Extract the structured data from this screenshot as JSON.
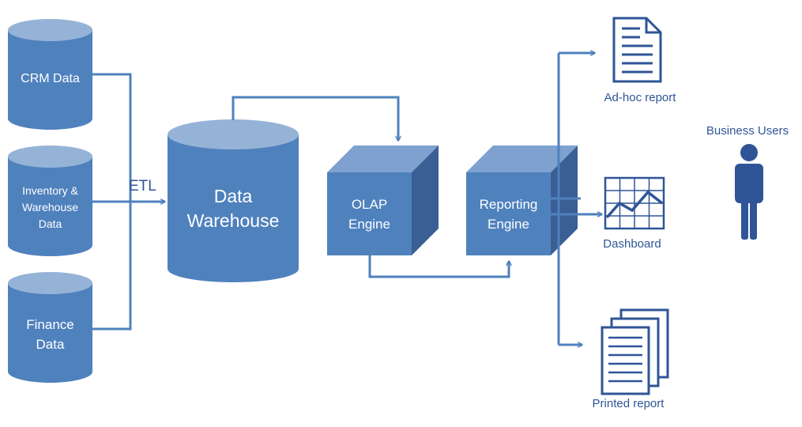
{
  "sources": {
    "crm": "CRM Data",
    "inventory_lines": [
      "Inventory &",
      "Warehouse",
      "Data"
    ],
    "finance_lines": [
      "Finance",
      "Data"
    ]
  },
  "etl_label": "ETL",
  "warehouse_lines": [
    "Data",
    "Warehouse"
  ],
  "olap_lines": [
    "OLAP",
    "Engine"
  ],
  "reporting_lines": [
    "Reporting",
    "Engine"
  ],
  "outputs": {
    "adhoc": "Ad-hoc report",
    "dashboard": "Dashboard",
    "printed": "Printed report"
  },
  "users_label": "Business Users",
  "colors": {
    "fill": "#4f81bd",
    "top": "#95b3d7",
    "side": "#3a5f94",
    "line": "#4f81bd",
    "icon": "#2f5597"
  }
}
